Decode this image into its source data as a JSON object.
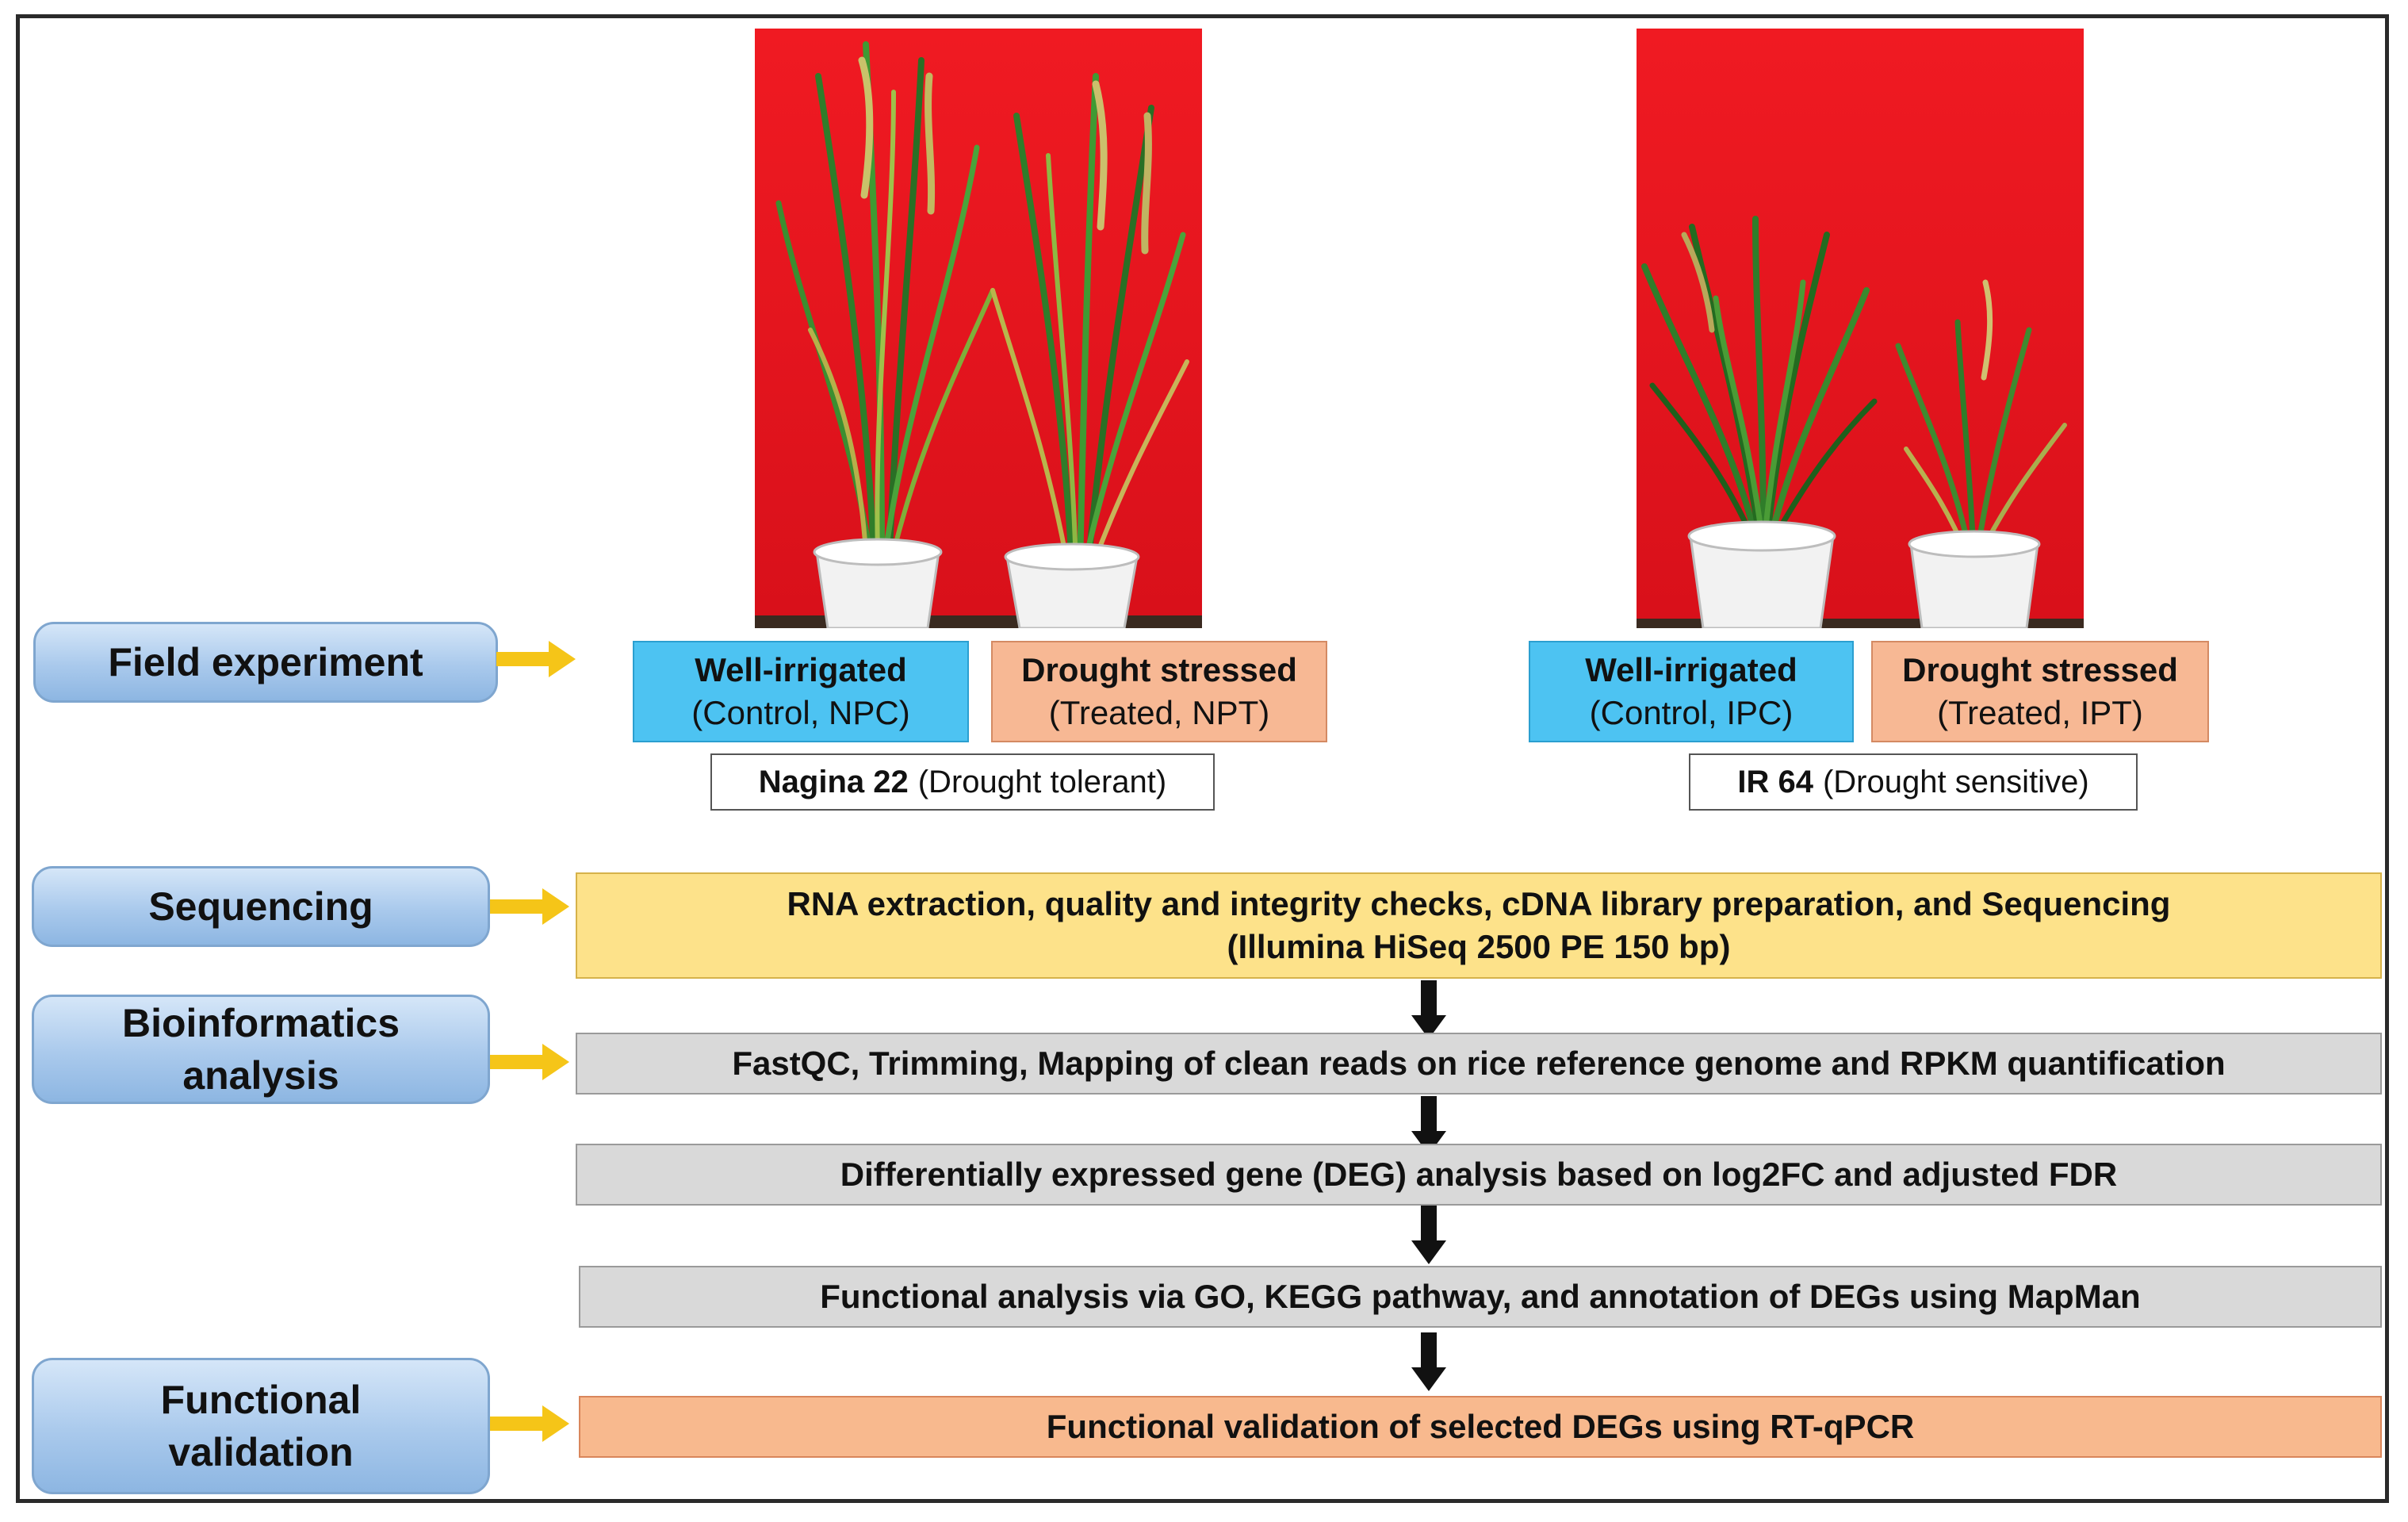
{
  "stages": {
    "field": "Field experiment",
    "sequencing": "Sequencing",
    "bioinformatics_line1": "Bioinformatics",
    "bioinformatics_line2": "analysis",
    "functional_line1": "Functional",
    "functional_line2": "validation"
  },
  "nagina": {
    "control_title": "Well-irrigated",
    "control_sub": "(Control, NPC)",
    "treated_title": "Drought stressed",
    "treated_sub": "(Treated, NPT)",
    "variety_name": "Nagina 22",
    "variety_note": "(Drought tolerant)"
  },
  "ir64": {
    "control_title": "Well-irrigated",
    "control_sub": "(Control, IPC)",
    "treated_title": "Drought stressed",
    "treated_sub": "(Treated, IPT)",
    "variety_name": "IR 64",
    "variety_note": "(Drought sensitive)"
  },
  "steps": {
    "sequencing_line1": "RNA extraction, quality and integrity checks, cDNA library preparation, and Sequencing",
    "sequencing_line2": "(Illumina HiSeq 2500 PE 150 bp)",
    "mapping": "FastQC, Trimming, Mapping of clean reads on rice reference genome and RPKM quantification",
    "deg": "Differentially expressed gene (DEG) analysis based on log2FC and adjusted FDR",
    "functional_analysis": "Functional analysis via GO, KEGG pathway, and annotation of DEGs using MapMan",
    "validation": "Functional validation of selected DEGs using RT-qPCR"
  },
  "colors": {
    "stage_blue": "#a9c9ec",
    "arrow_yellow": "#f5c518",
    "control_blue": "#4dc3f2",
    "treated_orange": "#f7b894",
    "sequencing_yellow": "#fde28a",
    "analysis_grey": "#d9d9d9",
    "validation_peach": "#f8b98e",
    "photo_red": "#e8141c"
  }
}
